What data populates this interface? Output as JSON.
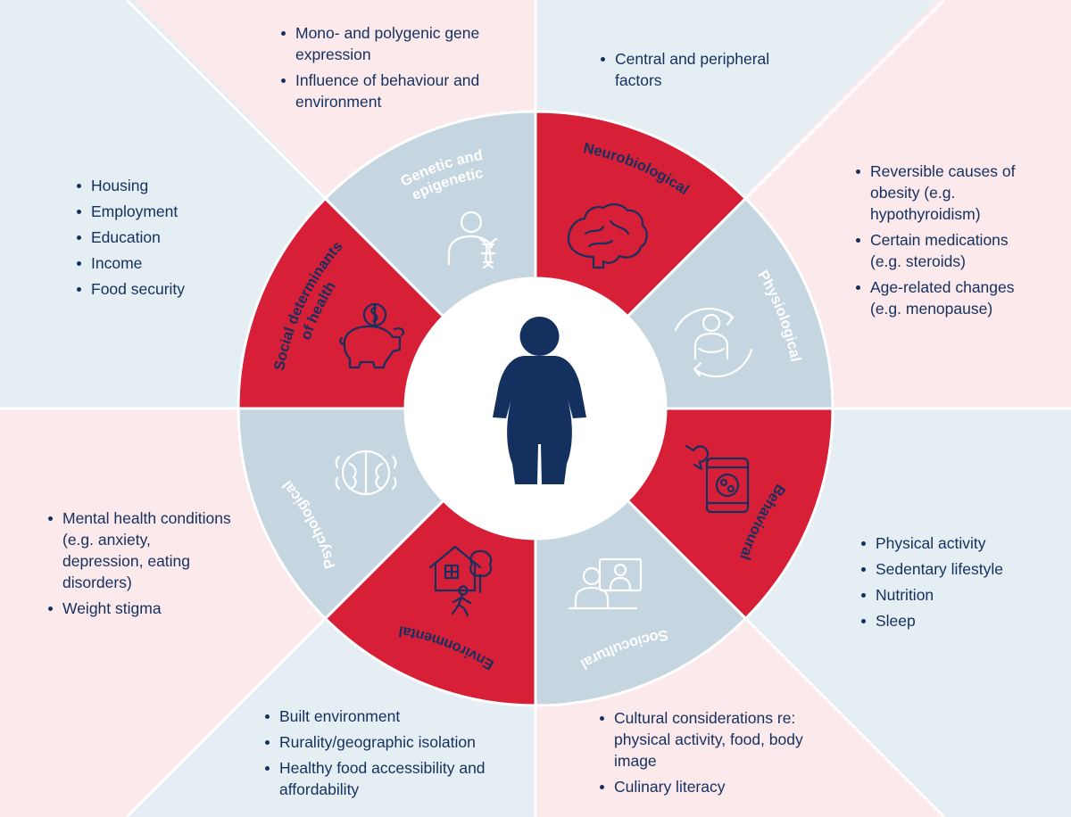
{
  "colors": {
    "red": "#d81f38",
    "gray_blue": "#c5d6e0",
    "navy": "#14305e",
    "pink_bg": "#fbe9eb",
    "blue_bg": "#e5eef2",
    "white": "#ffffff"
  },
  "center": {
    "icon": "person-icon"
  },
  "segments": [
    {
      "id": "genetic",
      "label": [
        "Genetic and",
        "epigenetic"
      ],
      "icon": "dna-person-icon",
      "color": "red",
      "details": [
        "Mono- and polygenic gene expression",
        "Influence of behaviour and environment"
      ]
    },
    {
      "id": "neurobiological",
      "label": [
        "Neurobiological"
      ],
      "icon": "brain-icon",
      "color": "gray_blue",
      "details": [
        "Central and peripheral factors"
      ]
    },
    {
      "id": "physiological",
      "label": [
        "Physiological"
      ],
      "icon": "body-cycle-icon",
      "color": "red",
      "details": [
        "Reversible causes of obesity (e.g. hypothyroidism)",
        "Certain medications (e.g. steroids)",
        "Age-related changes (e.g. menopause)"
      ]
    },
    {
      "id": "behavioural",
      "label": [
        "Behavioural"
      ],
      "icon": "snack-icon",
      "color": "gray_blue",
      "details": [
        "Physical activity",
        "Sedentary lifestyle",
        "Nutrition",
        "Sleep"
      ]
    },
    {
      "id": "sociocultural",
      "label": [
        "Sociocultural"
      ],
      "icon": "screen-people-icon",
      "color": "red",
      "details": [
        "Cultural considerations re: physical activity, food, body image",
        "Culinary literacy"
      ]
    },
    {
      "id": "environmental",
      "label": [
        "Environmental"
      ],
      "icon": "house-walker-icon",
      "color": "gray_blue",
      "details": [
        "Built environment",
        "Rurality/geographic isolation",
        "Healthy food accessibility and affordability"
      ]
    },
    {
      "id": "psychological",
      "label": [
        "Psychological"
      ],
      "icon": "mind-icon",
      "color": "red",
      "details": [
        "Mental health conditions (e.g. anxiety, depression, eating disorders)",
        "Weight stigma"
      ]
    },
    {
      "id": "social",
      "label": [
        "Social determinants",
        "of health"
      ],
      "icon": "piggy-bank-icon",
      "color": "gray_blue",
      "details": [
        "Housing",
        "Employment",
        "Education",
        "Income",
        "Food security"
      ]
    }
  ]
}
